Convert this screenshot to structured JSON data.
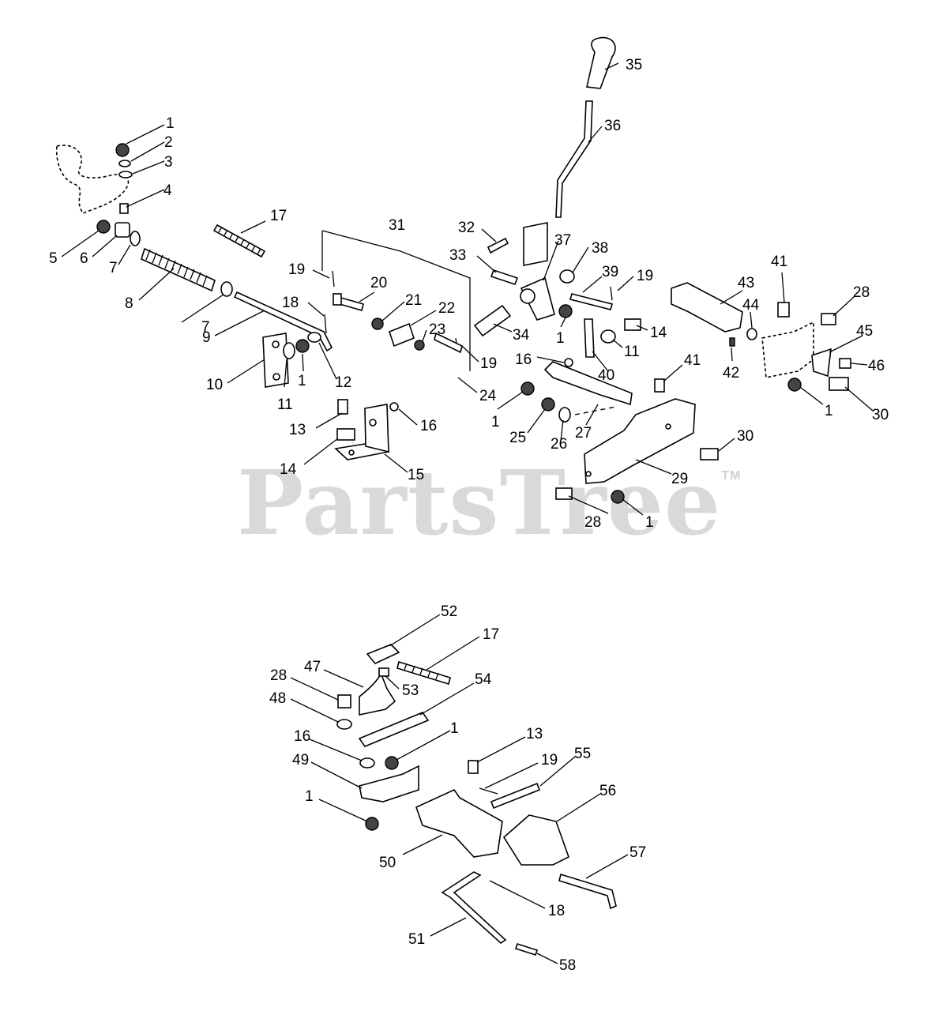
{
  "watermark": {
    "text": "PartsTree",
    "trademark": "TM"
  },
  "callouts": {
    "upper": [
      "1",
      "2",
      "3",
      "4",
      "5",
      "6",
      "7",
      "7",
      "8",
      "9",
      "10",
      "11",
      "1",
      "12",
      "13",
      "14",
      "15",
      "16",
      "17",
      "18",
      "19",
      "20",
      "21",
      "22",
      "23",
      "19",
      "24",
      "31",
      "32",
      "33",
      "34",
      "35",
      "36",
      "37",
      "38",
      "39",
      "19",
      "1",
      "14",
      "11",
      "16",
      "40",
      "1",
      "25",
      "26",
      "27",
      "41",
      "29",
      "30",
      "28",
      "1",
      "43",
      "44",
      "41",
      "28",
      "42",
      "45",
      "46",
      "1",
      "30"
    ],
    "lower": [
      "52",
      "17",
      "47",
      "53",
      "54",
      "28",
      "48",
      "16",
      "1",
      "49",
      "1",
      "13",
      "19",
      "55",
      "56",
      "50",
      "57",
      "18",
      "51",
      "58"
    ]
  }
}
